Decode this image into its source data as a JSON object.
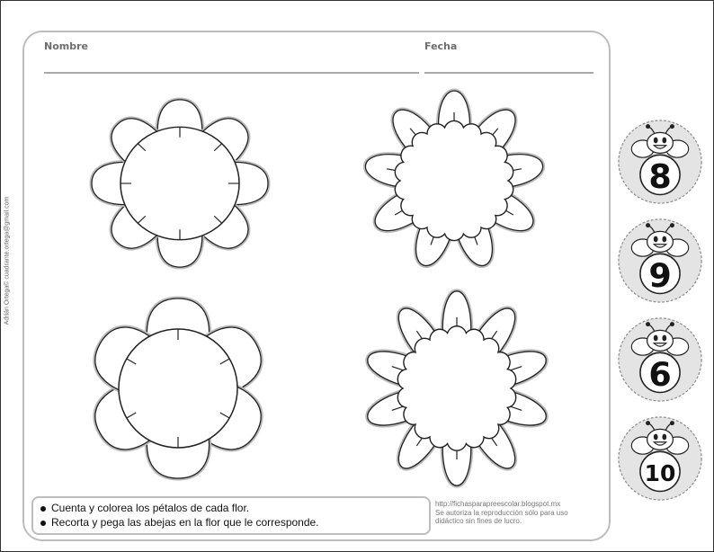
{
  "header": {
    "name_label": "Nombre",
    "date_label": "Fecha"
  },
  "credit": "Adrián Ortega© cuadrante.ortega@gmail.com",
  "instructions": [
    "Cuenta y colorea los pétalos de cada flor.",
    "Recorta y pega las abejas en la flor que le corresponde."
  ],
  "site": {
    "url": "http://fichasparapreescolar.blogspot.mx",
    "line1": "Se autoriza la reproducción sólo para uso",
    "line2": "didáctico sin fines de lucro."
  },
  "flowers": [
    {
      "id": "top-left",
      "petals": 8,
      "style": "round"
    },
    {
      "id": "top-right",
      "petals": 9,
      "style": "scalloped"
    },
    {
      "id": "bottom-left",
      "petals": 6,
      "style": "round"
    },
    {
      "id": "bottom-right",
      "petals": 10,
      "style": "scalloped"
    }
  ],
  "bees": [
    {
      "number": "8"
    },
    {
      "number": "9"
    },
    {
      "number": "6"
    },
    {
      "number": "10"
    }
  ]
}
